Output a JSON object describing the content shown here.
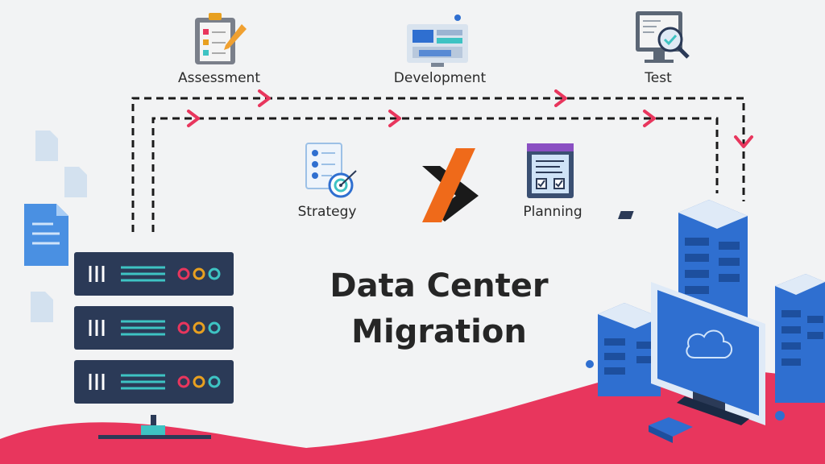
{
  "steps_top": [
    {
      "label": "Assessment",
      "icon": "clipboard-icon"
    },
    {
      "label": "Development",
      "icon": "dev-dashboard-icon"
    },
    {
      "label": "Test",
      "icon": "test-monitor-icon"
    }
  ],
  "steps_inner": [
    {
      "label": "Strategy",
      "icon": "strategy-target-icon"
    },
    {
      "label": "Planning",
      "icon": "planning-board-icon"
    }
  ],
  "title": {
    "line1": "Data Center",
    "line2": "Migration"
  },
  "colors": {
    "accent": "#e8365d",
    "navy": "#2b3a57",
    "logo_orange": "#ef6a1a",
    "server_blue": "#2f6fd0",
    "teal": "#3ec3c3"
  },
  "logo": {
    "icon": "company-logo"
  }
}
